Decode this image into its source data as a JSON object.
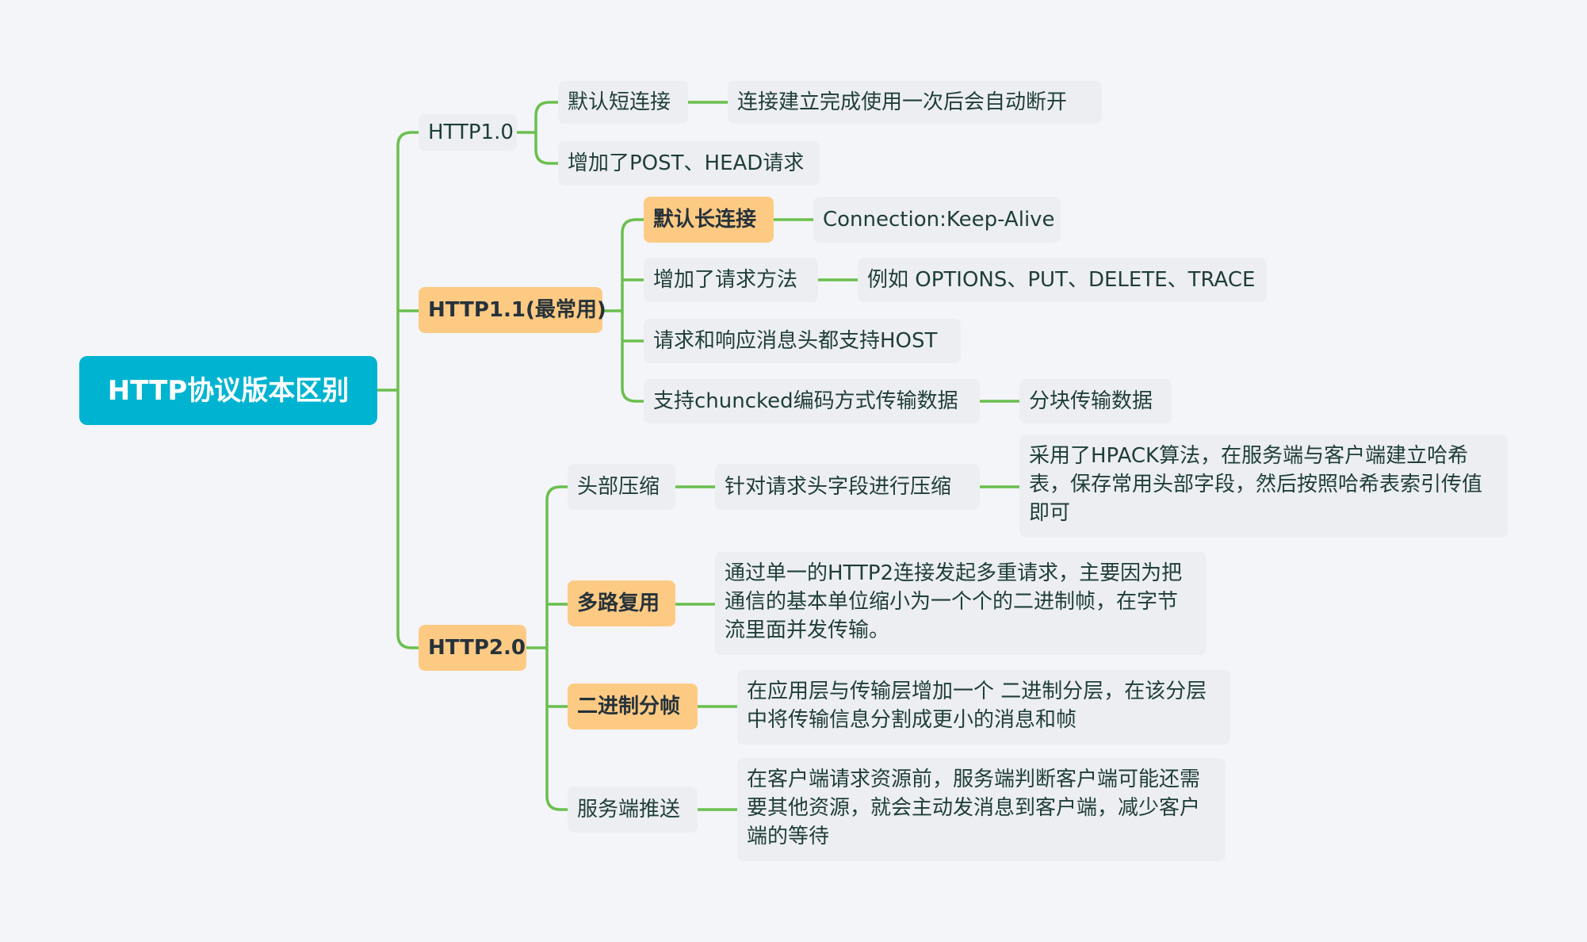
{
  "root": "HTTP协议版本区别",
  "versions": {
    "http10": {
      "label": "HTTP1.0",
      "items": [
        {
          "label": "默认短连接",
          "detail": "连接建立完成使用一次后会自动断开"
        },
        {
          "label": "增加了POST、HEAD请求"
        }
      ]
    },
    "http11": {
      "label": "HTTP1.1(最常用)",
      "items": [
        {
          "label": "默认长连接",
          "detail": "Connection:Keep-Alive"
        },
        {
          "label": "增加了请求方法",
          "detail": "例如 OPTIONS、PUT、DELETE、TRACE"
        },
        {
          "label": "请求和响应消息头都支持HOST"
        },
        {
          "label": "支持chuncked编码方式传输数据",
          "detail": "分块传输数据"
        }
      ]
    },
    "http20": {
      "label": "HTTP2.0",
      "items": [
        {
          "label": "头部压缩",
          "sub": "针对请求头字段进行压缩",
          "detail": "采用了HPACK算法，在服务端与客户端建立哈希表，保存常用头部字段，然后按照哈希表索引传值即可"
        },
        {
          "label": "多路复用",
          "detail": "通过单一的HTTP2连接发起多重请求，主要因为把通信的基本单位缩小为一个个的二进制帧，在字节流里面并发传输。"
        },
        {
          "label": "二进制分帧",
          "detail": "在应用层与传输层增加一个 二进制分层，在该分层中将传输信息分割成更小的消息和帧"
        },
        {
          "label": "服务端推送",
          "detail": "在客户端请求资源前，服务端判断客户端可能还需要其他资源，就会主动发消息到客户端，减少客户端的等待"
        }
      ]
    }
  },
  "colors": {
    "background": "#f3f5f8",
    "root": "#00b4d1",
    "highlight": "#fdca84",
    "plain": "#eceef1",
    "connector": "#6bbf4e",
    "text": "#1f3d3a"
  }
}
